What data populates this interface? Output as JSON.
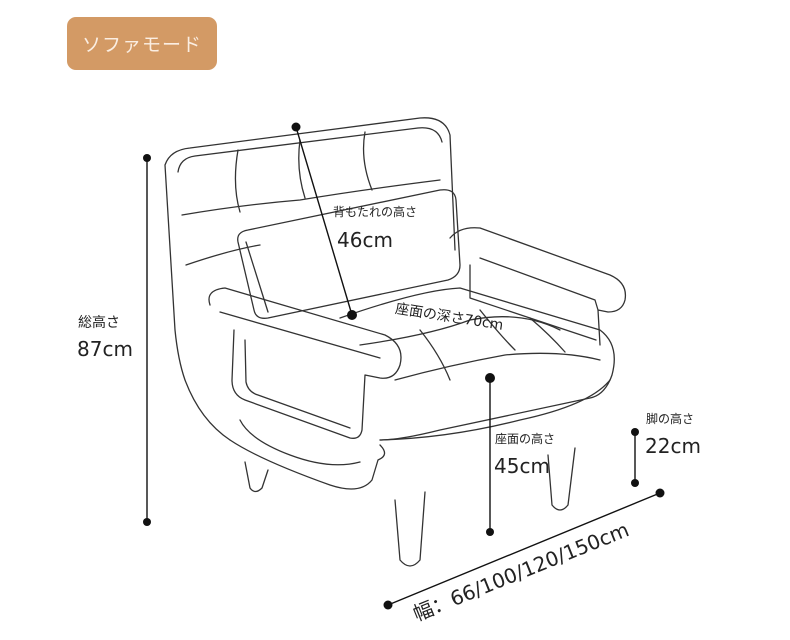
{
  "mode_badge": "ソファモード",
  "dimensions": {
    "total_height": {
      "label": "総高さ",
      "value": "87cm"
    },
    "backrest_height": {
      "label": "背もたれの高さ",
      "value": "46cm"
    },
    "seat_depth": {
      "label": "座面の深さ70cm"
    },
    "seat_height": {
      "label": "座面の高さ",
      "value": "45cm"
    },
    "leg_height": {
      "label": "脚の高さ",
      "value": "22cm"
    },
    "width": {
      "label": "幅：66/100/120/150cm"
    }
  },
  "colors": {
    "badge": "#D39A65",
    "line": "#333333"
  }
}
